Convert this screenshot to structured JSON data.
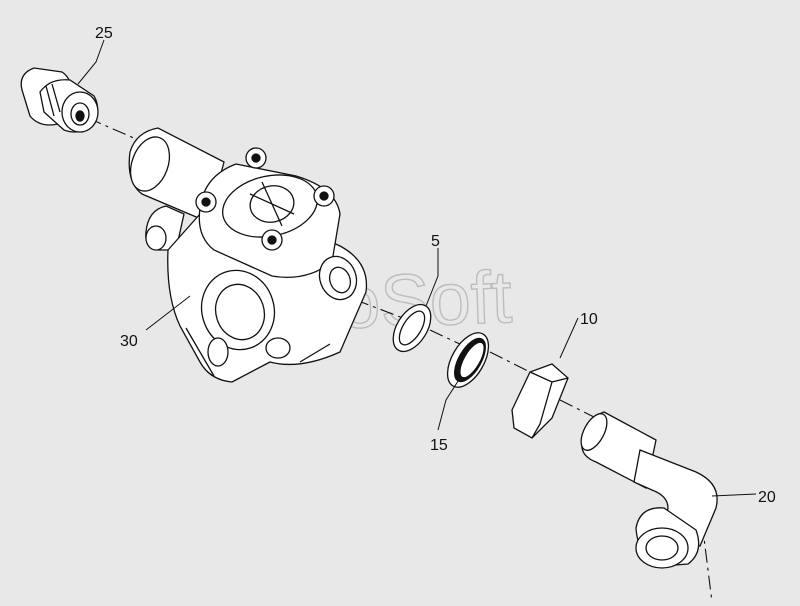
{
  "diagram": {
    "callouts": {
      "p25": "25",
      "p30": "30",
      "p5": "5",
      "p10": "10",
      "p15": "15",
      "p20": "20"
    },
    "watermark": "AutoSoft"
  },
  "colors": {
    "background": "#e8e8e8",
    "line": "#111111",
    "watermark": "#bdbdbd"
  }
}
